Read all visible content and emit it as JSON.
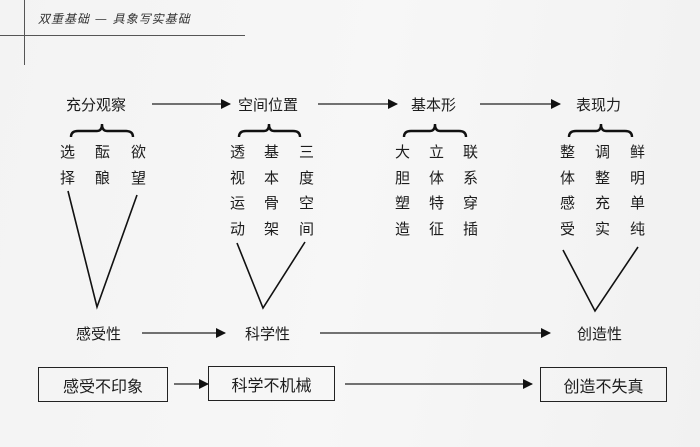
{
  "header": {
    "title": "双重基础 — 具象写实基础"
  },
  "stages": [
    {
      "label": "充分观察",
      "columns": [
        [
          "选",
          "择"
        ],
        [
          "酝",
          "酿"
        ],
        [
          "欲",
          "望"
        ]
      ]
    },
    {
      "label": "空间位置",
      "columns": [
        [
          "透",
          "视",
          "运",
          "动"
        ],
        [
          "基",
          "本",
          "骨",
          "架"
        ],
        [
          "三",
          "度",
          "空",
          "间"
        ]
      ]
    },
    {
      "label": "基本形",
      "columns": [
        [
          "大",
          "胆",
          "塑",
          "造"
        ],
        [
          "立",
          "体",
          "特",
          "征"
        ],
        [
          "联",
          "系",
          "穿",
          "插"
        ]
      ]
    },
    {
      "label": "表现力",
      "columns": [
        [
          "整",
          "体",
          "感",
          "受"
        ],
        [
          "调",
          "整",
          "充",
          "实"
        ],
        [
          "鲜",
          "明",
          "单",
          "纯"
        ]
      ]
    }
  ],
  "qualities": [
    "感受性",
    "科学性",
    "创造性"
  ],
  "principles": [
    "感受不印象",
    "科学不机械",
    "创造不失真"
  ]
}
